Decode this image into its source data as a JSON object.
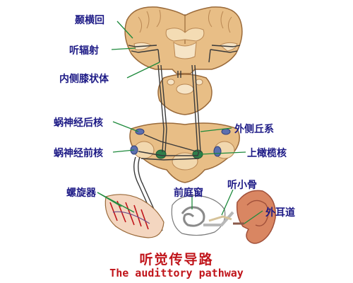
{
  "labels": {
    "transverse_temporal_gyrus": "颞横回",
    "acoustic_radiation": "听辐射",
    "medial_geniculate_body": "内侧膝状体",
    "dorsal_cochlear_nucleus": "蜗神经后核",
    "ventral_cochlear_nucleus": "蜗神经前核",
    "spiral_organ": "螺旋器",
    "lateral_lemniscus": "外侧丘系",
    "superior_olivary_nucleus": "上橄榄核",
    "vestibular_window": "前庭窗",
    "ossicles": "听小骨",
    "external_auditory_canal": "外耳道"
  },
  "title_cn": "听觉传导路",
  "title_en": "The audittory pathway",
  "colors": {
    "label_text": "#1d1a86",
    "leader_line": "#1e8a3c",
    "title_text": "#c0141a",
    "brain_tissue": "#e8be86",
    "brain_outline": "#9a6a3a",
    "pathway": "#3a3a3a",
    "nucleus": "#2f7d4a",
    "outer_ear": "#c46a4a"
  }
}
